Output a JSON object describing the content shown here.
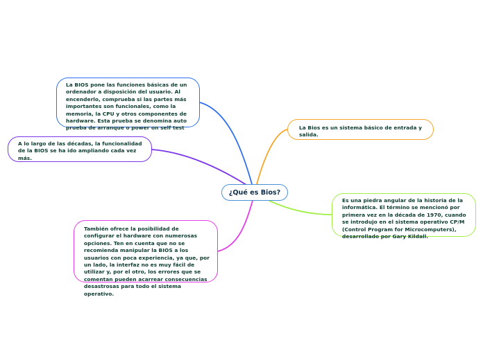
{
  "mindmap": {
    "central_topic": "¿Qué es Bios?",
    "colors": {
      "central_border": "#4a90d9",
      "text": "#0b3a2e",
      "branch_1": "#2d6ff0",
      "branch_2": "#7a35ea",
      "branch_3": "#e23ce6",
      "branch_4": "#f7a52a",
      "branch_5": "#a2ef48"
    },
    "branches": [
      {
        "id": "n1",
        "side": "left",
        "color": "#2d6ff0",
        "text": "La BIOS pone las funciones básicas de un ordenador a disposición del usuario. Al encenderlo, comprueba si las partes más importantes son funcionales, como la memoria, la CPU y otros componentes de hardware. Esta prueba se denomina auto prueba de arranque o power on self test"
      },
      {
        "id": "n2",
        "side": "left",
        "color": "#7a35ea",
        "text": "A lo largo de las décadas, la funcionalidad de la BIOS se ha ido ampliando cada vez más."
      },
      {
        "id": "n3",
        "side": "left",
        "color": "#e23ce6",
        "text": "También ofrece la posibilidad de configurar el hardware con numerosas opciones. Ten en cuenta que no se recomienda manipular la BIOS a los usuarios con poca experiencia, ya que, por un lado, la interfaz no es muy fácil de utilizar y, por el otro, los errores que se comentan pueden acarrear consecuencias desastrosas para todo el sistema operativo."
      },
      {
        "id": "n4",
        "side": "right",
        "color": "#f7a52a",
        "text": "La Bios es un sistema básico de entrada y salida."
      },
      {
        "id": "n5",
        "side": "right",
        "color": "#a2ef48",
        "text": "Es una piedra angular de la historia de la informática. El término se mencionó por primera vez en la década de 1970, cuando se introdujo en el sistema operativo CP/M (Control Program for Microcomputers), desarrollado por Gary Kildall."
      }
    ]
  }
}
